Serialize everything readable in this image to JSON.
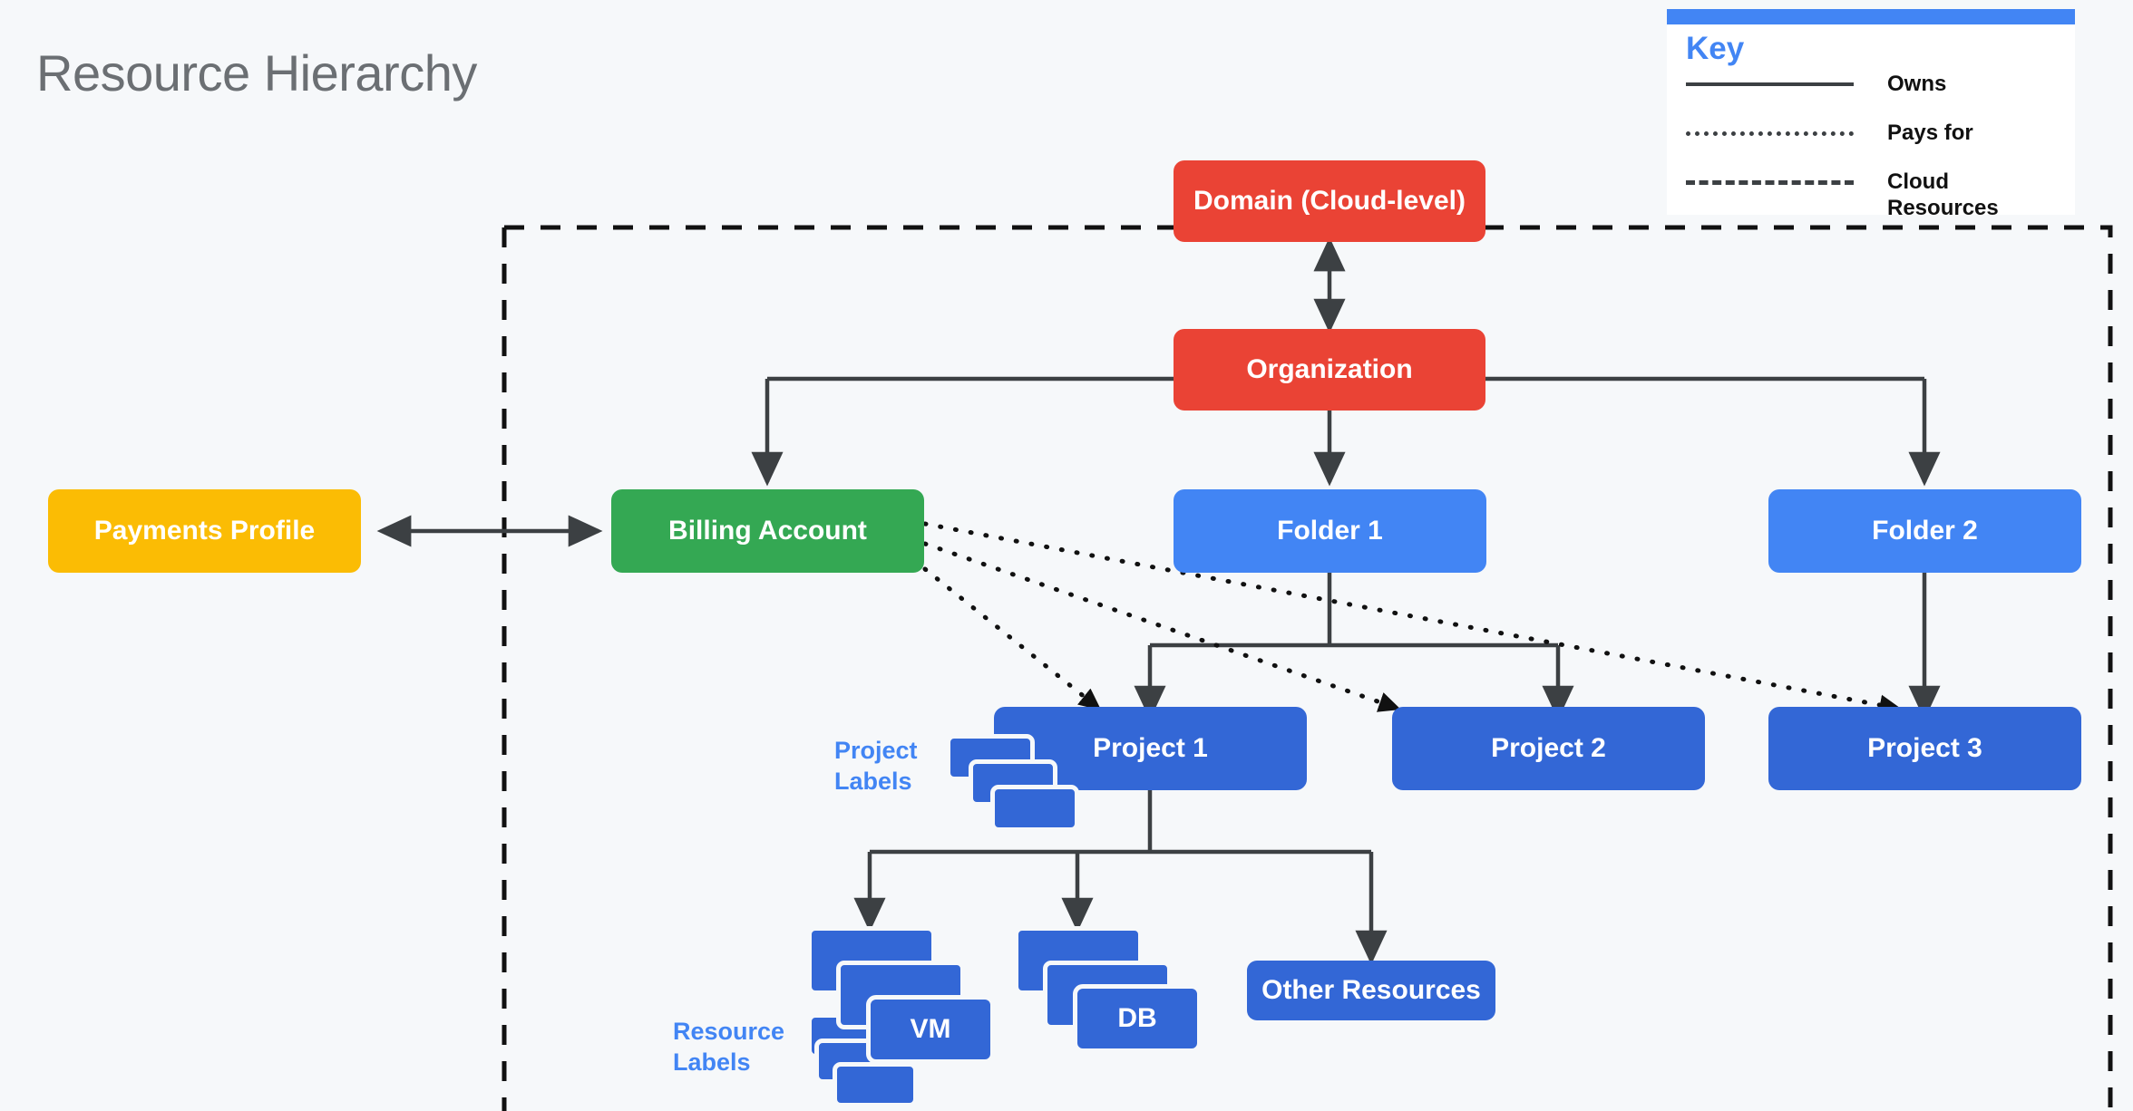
{
  "page": {
    "title": "Resource Hierarchy",
    "background": "#f6f8fa",
    "title_color": "#6b6f73"
  },
  "key": {
    "heading": "Key",
    "accent_color": "#4285f4",
    "rows": [
      {
        "style": "solid",
        "label": "Owns"
      },
      {
        "style": "dotted",
        "label": "Pays for"
      },
      {
        "style": "dashed",
        "label": "Cloud Resources"
      }
    ]
  },
  "nodes": {
    "domain": {
      "label": "Domain (Cloud-level)",
      "color": "#ea4335"
    },
    "organization": {
      "label": "Organization",
      "color": "#ea4335"
    },
    "payments_profile": {
      "label": "Payments Profile",
      "color": "#fbbc04"
    },
    "billing_account": {
      "label": "Billing Account",
      "color": "#34a853"
    },
    "folder1": {
      "label": "Folder 1",
      "color": "#4285f4"
    },
    "folder2": {
      "label": "Folder 2",
      "color": "#4285f4"
    },
    "project1": {
      "label": "Project 1",
      "color": "#3367d6"
    },
    "project2": {
      "label": "Project 2",
      "color": "#3367d6"
    },
    "project3": {
      "label": "Project 3",
      "color": "#3367d6"
    },
    "vm": {
      "label": "VM",
      "color": "#3367d6"
    },
    "db": {
      "label": "DB",
      "color": "#3367d6"
    },
    "other_resources": {
      "label": "Other Resources",
      "color": "#3367d6"
    }
  },
  "annotations": {
    "project_labels": {
      "line1": "Project",
      "line2": "Labels",
      "color": "#4285f4"
    },
    "resource_labels": {
      "line1": "Resource",
      "line2": "Labels",
      "color": "#4285f4"
    }
  },
  "cloud_boundary": {
    "style": "dashed",
    "color": "#111111",
    "meaning": "Cloud Resources"
  },
  "relationships": [
    {
      "from": "domain",
      "to": "organization",
      "type": "owns",
      "arrows": "both"
    },
    {
      "from": "organization",
      "to": "billing_account",
      "type": "owns",
      "arrows": "end"
    },
    {
      "from": "organization",
      "to": "folder1",
      "type": "owns",
      "arrows": "end"
    },
    {
      "from": "organization",
      "to": "folder2",
      "type": "owns",
      "arrows": "end"
    },
    {
      "from": "payments_profile",
      "to": "billing_account",
      "type": "owns",
      "arrows": "both"
    },
    {
      "from": "folder1",
      "to": "project1",
      "type": "owns",
      "arrows": "end"
    },
    {
      "from": "folder1",
      "to": "project2",
      "type": "owns",
      "arrows": "end"
    },
    {
      "from": "folder2",
      "to": "project3",
      "type": "owns",
      "arrows": "end"
    },
    {
      "from": "project1",
      "to": "vm",
      "type": "owns",
      "arrows": "end"
    },
    {
      "from": "project1",
      "to": "db",
      "type": "owns",
      "arrows": "end"
    },
    {
      "from": "project1",
      "to": "other_resources",
      "type": "owns",
      "arrows": "end"
    },
    {
      "from": "billing_account",
      "to": "project1",
      "type": "pays_for",
      "arrows": "end"
    },
    {
      "from": "billing_account",
      "to": "project2",
      "type": "pays_for",
      "arrows": "end"
    },
    {
      "from": "billing_account",
      "to": "project3",
      "type": "pays_for",
      "arrows": "end"
    }
  ]
}
